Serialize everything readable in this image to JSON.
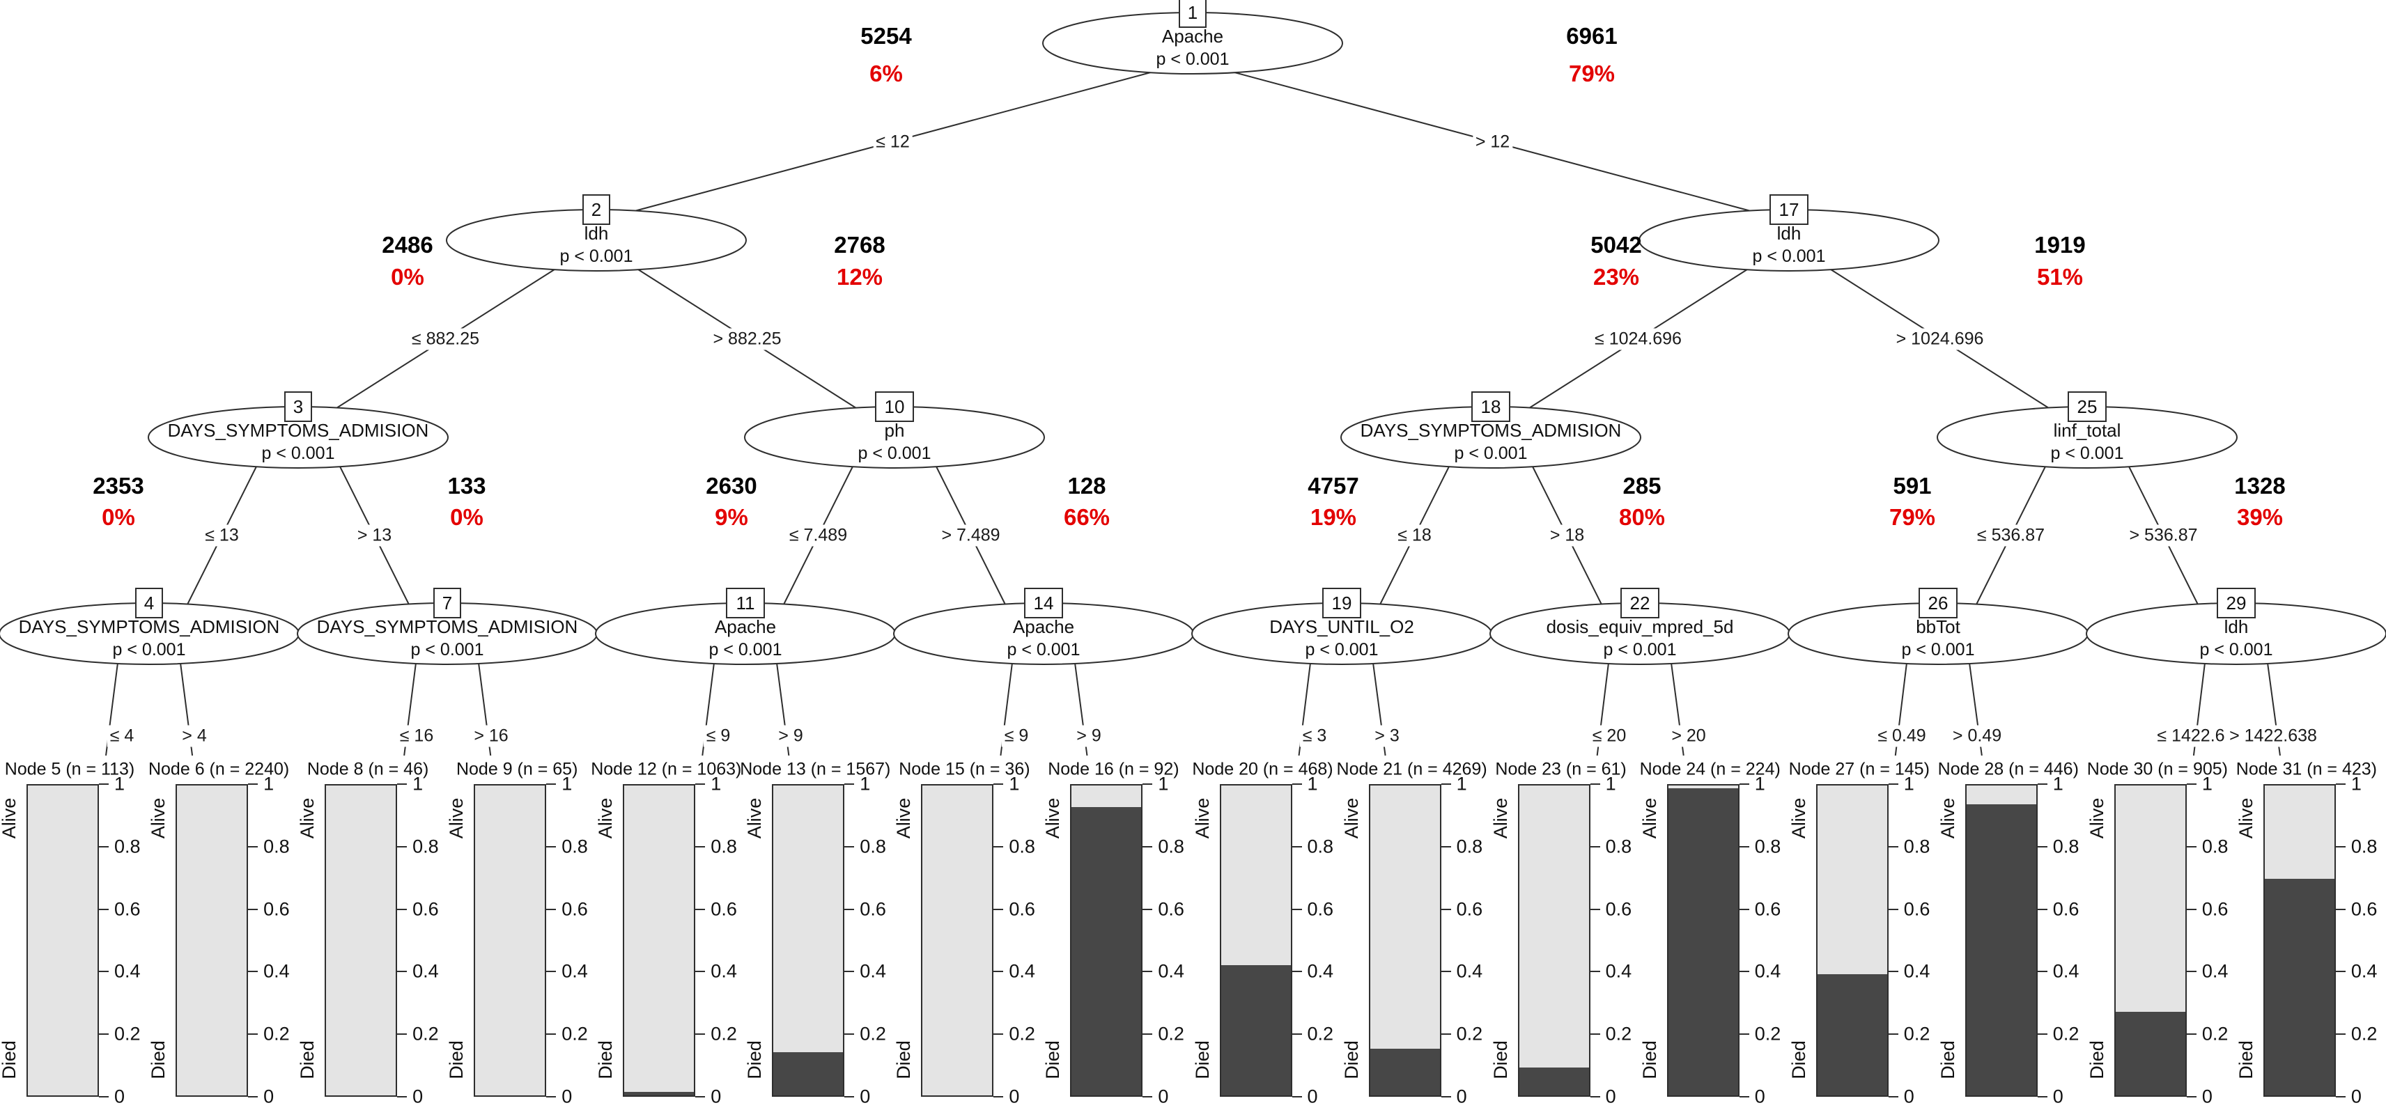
{
  "tree": {
    "colors": {
      "alive_fill": "#e4e4e4",
      "died_fill": "#474747",
      "count_text": "#000000",
      "percent_text": "#e30000",
      "line": "#2e2e2e"
    },
    "category_top": "Alive",
    "category_bottom": "Died",
    "axis_ticks": [
      "0",
      "0.2",
      "0.4",
      "0.6",
      "0.8",
      "1"
    ],
    "inner_nodes": [
      {
        "id": "1",
        "variable": "Apache",
        "p_value": "p < 0.001",
        "split_left_label": "≤ 12",
        "split_right_label": "> 12",
        "left_branch_count": "5254",
        "left_branch_percent": "6%",
        "right_branch_count": "6961",
        "right_branch_percent": "79%"
      },
      {
        "id": "2",
        "variable": "ldh",
        "p_value": "p < 0.001",
        "split_left_label": "≤ 882.25",
        "split_right_label": "> 882.25",
        "left_branch_count": "2486",
        "left_branch_percent": "0%",
        "right_branch_count": "2768",
        "right_branch_percent": "12%"
      },
      {
        "id": "17",
        "variable": "ldh",
        "p_value": "p < 0.001",
        "split_left_label": "≤ 1024.696",
        "split_right_label": "> 1024.696",
        "left_branch_count": "5042",
        "left_branch_percent": "23%",
        "right_branch_count": "1919",
        "right_branch_percent": "51%"
      },
      {
        "id": "3",
        "variable": "DAYS_SYMPTOMS_ADMISION",
        "p_value": "p < 0.001",
        "split_left_label": "≤ 13",
        "split_right_label": "> 13",
        "left_branch_count": "2353",
        "left_branch_percent": "0%",
        "right_branch_count": "133",
        "right_branch_percent": "0%"
      },
      {
        "id": "10",
        "variable": "ph",
        "p_value": "p < 0.001",
        "split_left_label": "≤ 7.489",
        "split_right_label": "> 7.489",
        "left_branch_count": "2630",
        "left_branch_percent": "9%",
        "right_branch_count": "128",
        "right_branch_percent": "66%"
      },
      {
        "id": "18",
        "variable": "DAYS_SYMPTOMS_ADMISION",
        "p_value": "p < 0.001",
        "split_left_label": "≤ 18",
        "split_right_label": "> 18",
        "left_branch_count": "4757",
        "left_branch_percent": "19%",
        "right_branch_count": "285",
        "right_branch_percent": "80%"
      },
      {
        "id": "25",
        "variable": "linf_total",
        "p_value": "p < 0.001",
        "split_left_label": "≤ 536.87",
        "split_right_label": "> 536.87",
        "left_branch_count": "591",
        "left_branch_percent": "79%",
        "right_branch_count": "1328",
        "right_branch_percent": "39%"
      },
      {
        "id": "4",
        "variable": "DAYS_SYMPTOMS_ADMISION",
        "p_value": "p < 0.001",
        "split_left_label": "≤ 4",
        "split_right_label": "> 4"
      },
      {
        "id": "7",
        "variable": "DAYS_SYMPTOMS_ADMISION",
        "p_value": "p < 0.001",
        "split_left_label": "≤ 16",
        "split_right_label": "> 16"
      },
      {
        "id": "11",
        "variable": "Apache",
        "p_value": "p < 0.001",
        "split_left_label": "≤ 9",
        "split_right_label": "> 9"
      },
      {
        "id": "14",
        "variable": "Apache",
        "p_value": "p < 0.001",
        "split_left_label": "≤ 9",
        "split_right_label": "> 9"
      },
      {
        "id": "19",
        "variable": "DAYS_UNTIL_O2",
        "p_value": "p < 0.001",
        "split_left_label": "≤ 3",
        "split_right_label": "> 3"
      },
      {
        "id": "22",
        "variable": "dosis_equiv_mpred_5d",
        "p_value": "p < 0.001",
        "split_left_label": "≤ 20",
        "split_right_label": "> 20"
      },
      {
        "id": "26",
        "variable": "bbTot",
        "p_value": "p < 0.001",
        "split_left_label": "≤ 0.49",
        "split_right_label": "> 0.49"
      },
      {
        "id": "29",
        "variable": "ldh",
        "p_value": "p < 0.001",
        "split_left_label": "≤ 1422.6",
        "split_right_label": "> 1422.638"
      }
    ],
    "terminal_nodes": [
      {
        "title": "Node 5 (n = 113)",
        "died_fraction": 0
      },
      {
        "title": "Node 6 (n = 2240)",
        "died_fraction": 0
      },
      {
        "title": "Node 8 (n = 46)",
        "died_fraction": 0
      },
      {
        "title": "Node 9 (n = 65)",
        "died_fraction": 0
      },
      {
        "title": "Node 12 (n = 1063)",
        "died_fraction": 0.012
      },
      {
        "title": "Node 13 (n = 1567)",
        "died_fraction": 0.14
      },
      {
        "title": "Node 15 (n = 36)",
        "died_fraction": 0
      },
      {
        "title": "Node 16 (n = 92)",
        "died_fraction": 0.93
      },
      {
        "title": "Node 20 (n = 468)",
        "died_fraction": 0.42
      },
      {
        "title": "Node 21 (n = 4269)",
        "died_fraction": 0.15
      },
      {
        "title": "Node 23 (n = 61)",
        "died_fraction": 0.09
      },
      {
        "title": "Node 24 (n = 224)",
        "died_fraction": 0.99
      },
      {
        "title": "Node 27 (n = 145)",
        "died_fraction": 0.39
      },
      {
        "title": "Node 28 (n = 446)",
        "died_fraction": 0.94
      },
      {
        "title": "Node 30 (n = 905)",
        "died_fraction": 0.27
      },
      {
        "title": "Node 31 (n = 423)",
        "died_fraction": 0.7
      }
    ]
  }
}
